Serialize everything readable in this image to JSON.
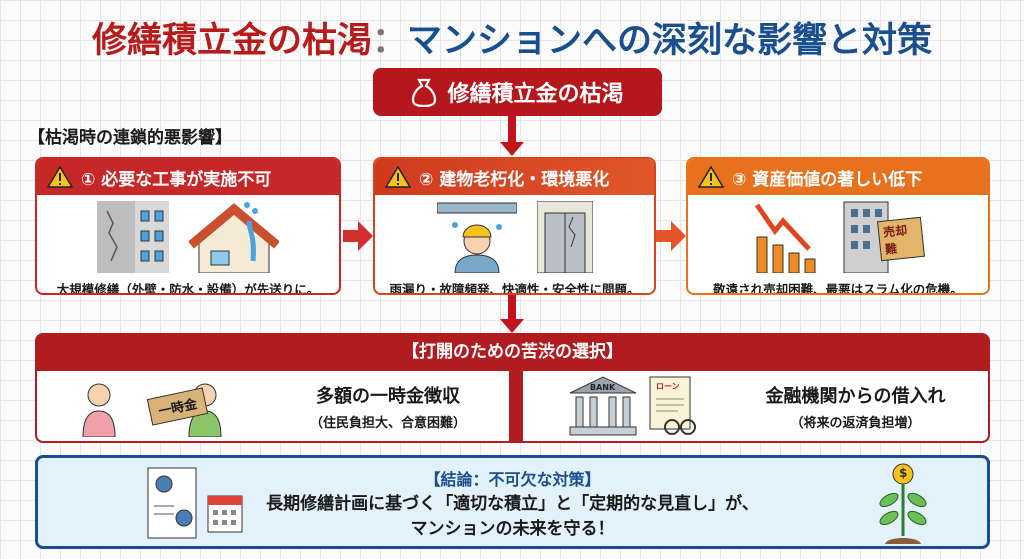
{
  "title": {
    "part1": "修繕積立金の枯渇",
    "sep": "：",
    "part2": "マンションへの深刻な影響と対策"
  },
  "top_box": {
    "label": "修繕積立金の枯渇",
    "icon": "money-bag-icon"
  },
  "section_heading": "【枯渇時の連鎖的悪影響】",
  "cards": [
    {
      "title": "① 必要な工事が実施不可",
      "text": "大規模修繕（外壁・防水・設備）が先送りに。",
      "color": "#c62828"
    },
    {
      "title": "② 建物老朽化・環境悪化",
      "text": "雨漏り・故障頻発、快適性・安全性に問題。",
      "color": "#d9441e"
    },
    {
      "title": "③ 資産価値の著しい低下",
      "text": "敬遠され売却困難、最悪はスラム化の危機。",
      "sign": "売却難",
      "color": "#e8711e"
    }
  ],
  "choices": {
    "heading": "【打開のための苦渋の選択】",
    "options": [
      {
        "title": "多額の一時金徴収",
        "detail": "（住民負担大、合意困難）",
        "sign": "一時金"
      },
      {
        "title": "金融機関からの借入れ",
        "detail": "（将来の返済負担増）",
        "bank": "BANK",
        "doc": "ローン"
      }
    ]
  },
  "conclusion": {
    "heading": "【結論：不可欠な対策】",
    "line1": "長期修繕計画に基づく「適切な積立」と「定期的な見直し」が、",
    "line2": "マンションの未来を守る！",
    "coin": "$"
  }
}
